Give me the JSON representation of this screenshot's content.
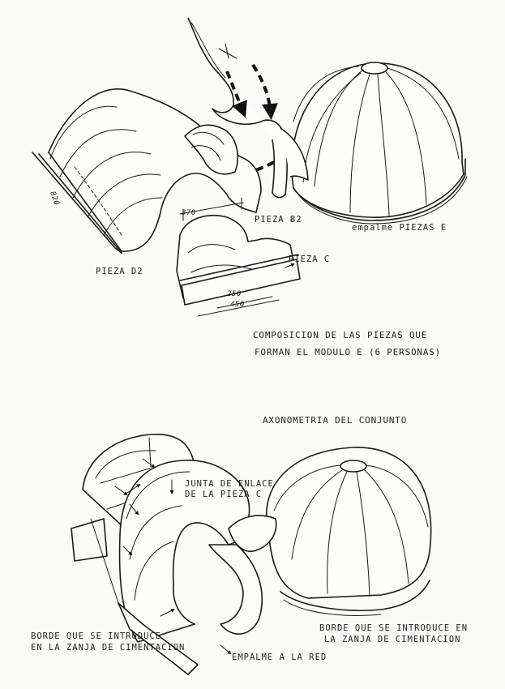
{
  "top_drawing": {
    "labels": {
      "pieza_d2": "PIEZA D2",
      "pieza_b2": "PIEZA B2",
      "pieza_c": "PIEZA C",
      "empalme": "empalme PIEZAS E"
    },
    "dimensions": {
      "length_d2": "820",
      "width_c": "370",
      "width_inner": "250",
      "width_outer": "450"
    },
    "caption_line1": "COMPOSICION DE LAS PIEZAS QUE",
    "caption_line2": "FORMAN EL MODULO E (6 PERSONAS)"
  },
  "bottom_drawing": {
    "title": "AXONOMETRIA DEL CONJUNTO",
    "junta_line1": "JUNTA DE ENLACE",
    "junta_line2": "DE LA PIEZA C",
    "borde_left_line1": "BORDE QUE SE INTRODUCE",
    "borde_left_line2": "EN LA ZANJA DE CIMENTACION",
    "borde_right_line1": "BORDE QUE SE INTRODUCE EN",
    "borde_right_line2": "LA ZANJA DE CIMENTACION",
    "empalme_red": "EMPALME A LA RED"
  }
}
